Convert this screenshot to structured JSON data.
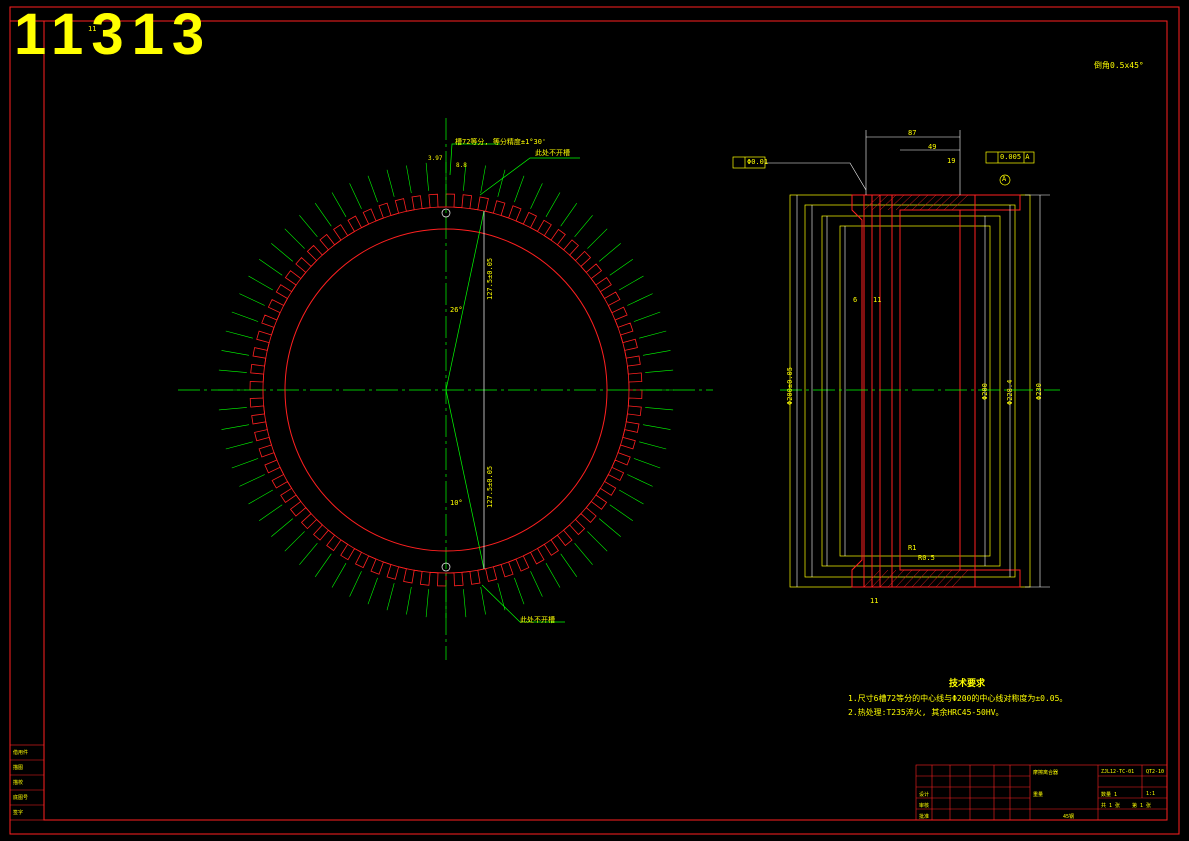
{
  "drawing_id": "11313",
  "corner_chamfer_note": "倒角0.5x45°",
  "top_left_mark": "11",
  "gear": {
    "tooth_count": 72,
    "labels": {
      "groove_note": "槽72等分, 等分精度±1°30'",
      "no_groove_top": "此处不开槽",
      "no_groove_bottom": "此处不开槽",
      "angle_top": "26°",
      "angle_bottom": "10°",
      "dim_upper": "127.5±0.05",
      "dim_lower": "127.5±0.05",
      "tooth_w1": "3.97",
      "tooth_w2": "8.8"
    }
  },
  "section": {
    "dims": {
      "d_outer": "Φ230",
      "d_inner": "Φ200",
      "d_bore": "Φ200±0.05",
      "d_mid": "Φ228.4",
      "top_total": "87",
      "top_49": "49",
      "top_19": "19",
      "bottom_11": "11",
      "left_6": "6",
      "left_11": "11",
      "r1": "R1",
      "r05": "R0.5",
      "datum": "A",
      "tol_parallel": "0.005 A",
      "tol_flat": "Φ0.01"
    }
  },
  "tech_requirements": {
    "title": "技术要求",
    "line1": "1.尺寸6槽72等分的中心线与Φ200的中心线对称度为±0.05。",
    "line2": "2.热处理:T235淬火, 其余HRC45-50HV。"
  },
  "title_block": {
    "part_name": "摩擦离合器",
    "material": "45钢",
    "code": "QT2-10",
    "scale": "1:1",
    "sheet": "第 1 张",
    "sheets_total": "共 1 张",
    "drawing_no": "ZJL12-TC-01",
    "designer": "设计",
    "checker": "审核",
    "approver": "批准",
    "weight": "重量",
    "qty": "数量 1"
  },
  "side_strip": [
    "借用件",
    "描图",
    "描校",
    "底图号",
    "签字"
  ]
}
